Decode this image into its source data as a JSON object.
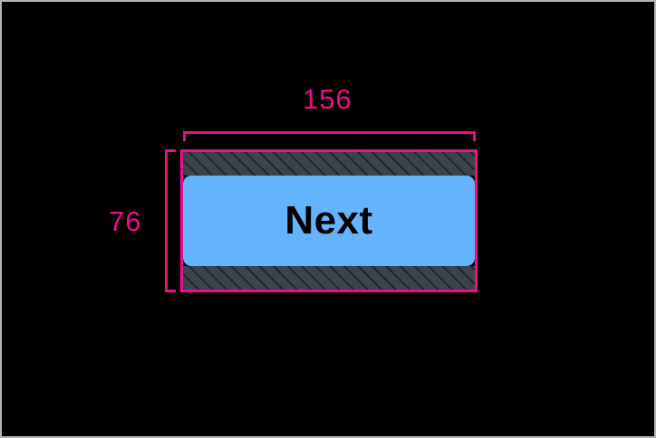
{
  "overlay": {
    "type": "element-measurement-overlay",
    "accent_color": "#ef0d8c",
    "background_color": "#000000",
    "frame_border_color": "#b4b4b4"
  },
  "measurements": {
    "width_label": "156",
    "height_label": "76"
  },
  "element": {
    "name": "Next button",
    "label": "Next",
    "surface_color": "#64b4fc",
    "label_color": "#000000",
    "padding_band_color": "#3b434c",
    "padding_hatch": "diagonal-stripes"
  }
}
